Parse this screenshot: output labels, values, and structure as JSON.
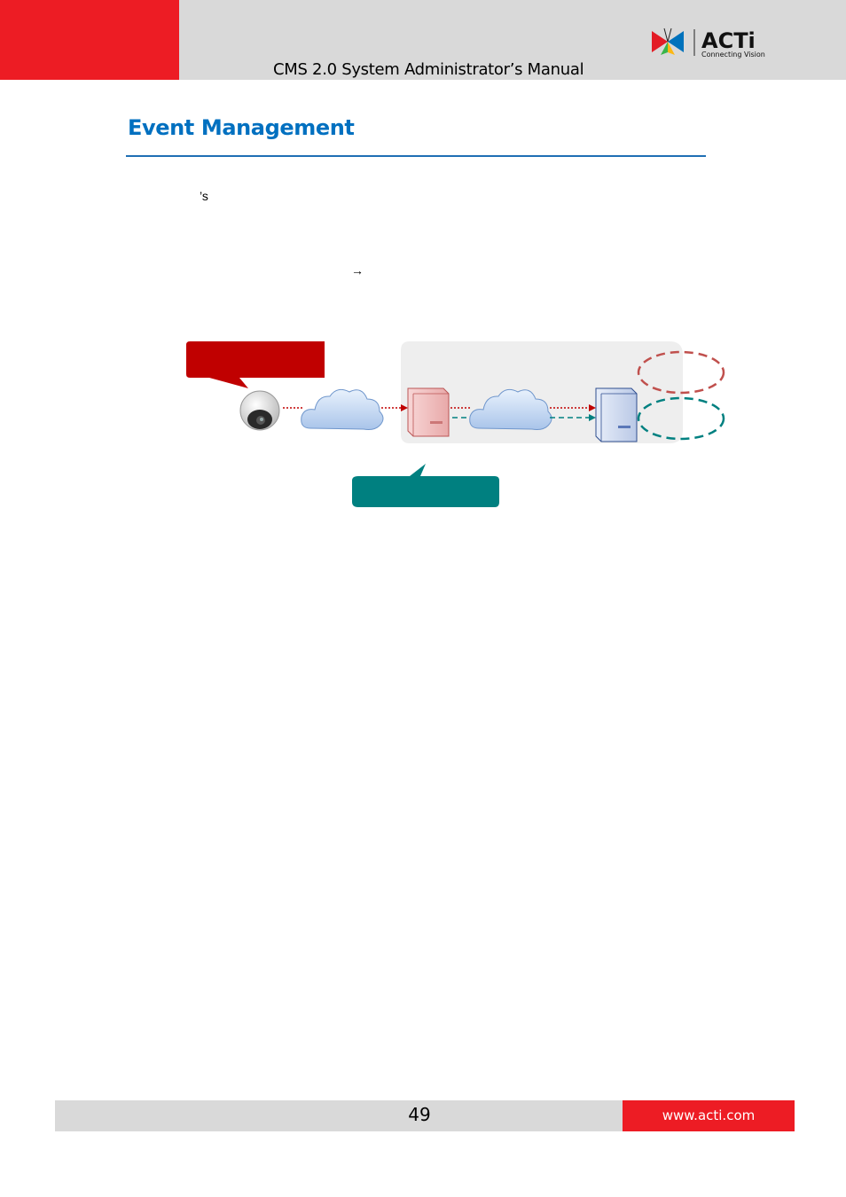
{
  "header": {
    "doc_title": "CMS 2.0 System Administrator’s Manual",
    "logo": {
      "brand": "ACTi",
      "tagline": "Connecting Vision",
      "icon": "acti-butterfly-logo"
    },
    "colors": {
      "accent_red": "#ed1c24",
      "band_gray": "#d9d9d9"
    }
  },
  "section": {
    "title": "Event Management",
    "color": "#0070c0"
  },
  "body_fragments": {
    "apostrophe_s": "’s",
    "arrow": "→"
  },
  "diagram": {
    "icons": [
      "dome-camera-icon",
      "cloud-icon",
      "server-icon",
      "cloud-icon",
      "server-icon"
    ],
    "colors": {
      "red_path": "#c00000",
      "teal_path": "#008080",
      "zone_fill": "#eeeeee"
    }
  },
  "footer": {
    "page_number": "49",
    "url": "www.acti.com"
  }
}
